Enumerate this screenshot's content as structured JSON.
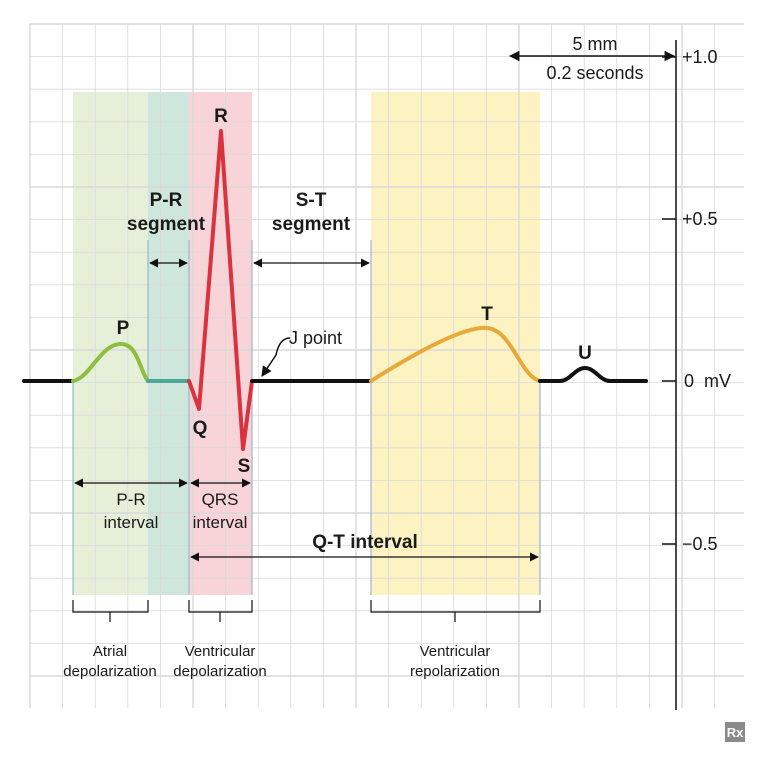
{
  "scale": {
    "length": "5 mm",
    "time": "0.2 seconds"
  },
  "y_axis": {
    "ticks": [
      "+1.0",
      "+0.5",
      "0  mV",
      "−0.5"
    ]
  },
  "waves": {
    "p": "P",
    "q": "Q",
    "r": "R",
    "s": "S",
    "t": "T",
    "u": "U"
  },
  "segments": {
    "pr_line1": "P-R",
    "pr_line2": "segment",
    "st_line1": "S-T",
    "st_line2": "segment",
    "j_point": "J point"
  },
  "intervals": {
    "pr_line1": "P-R",
    "pr_line2": "interval",
    "qrs_line1": "QRS",
    "qrs_line2": "interval",
    "qt": "Q-T interval"
  },
  "phases": {
    "atrial_line1": "Atrial",
    "atrial_line2": "depolarization",
    "ventricular_dep_line1": "Ventricular",
    "ventricular_dep_line2": "depolarization",
    "ventricular_rep_line1": "Ventricular",
    "ventricular_rep_line2": "repolarization"
  },
  "colors": {
    "p_wave": "#8cbf3f",
    "pr_segment": "#4aa89a",
    "qrs": "#d9333f",
    "t_wave": "#e8a93a",
    "baseline": "#111111",
    "atrial_band": "#e6f0d8",
    "pr_band": "#cfe6dc",
    "qrs_band": "#f8d4d8",
    "t_band": "#fdf3c2",
    "grid": "#d9d9d9"
  },
  "logo": "Rx"
}
